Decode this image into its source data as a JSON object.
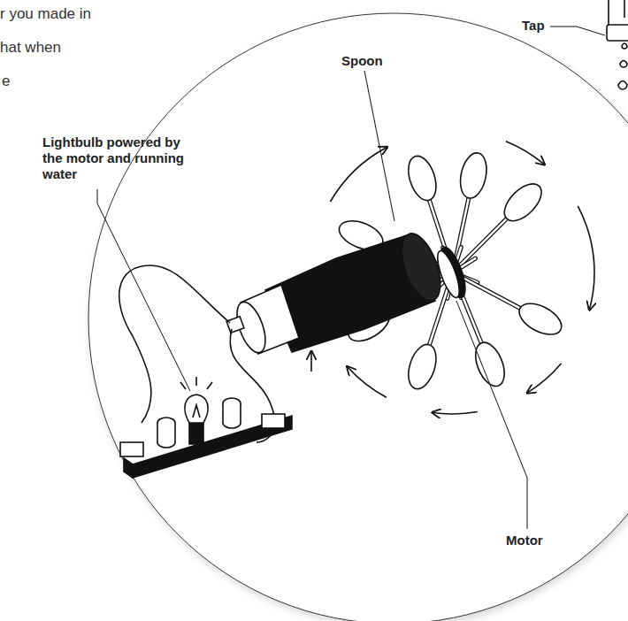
{
  "diagram": {
    "labels": [
      "r you made in",
      "hat when",
      "e",
      "Tap",
      "Spoon",
      "Lightbulb powered by the motor and running water",
      "Motor"
    ]
  }
}
